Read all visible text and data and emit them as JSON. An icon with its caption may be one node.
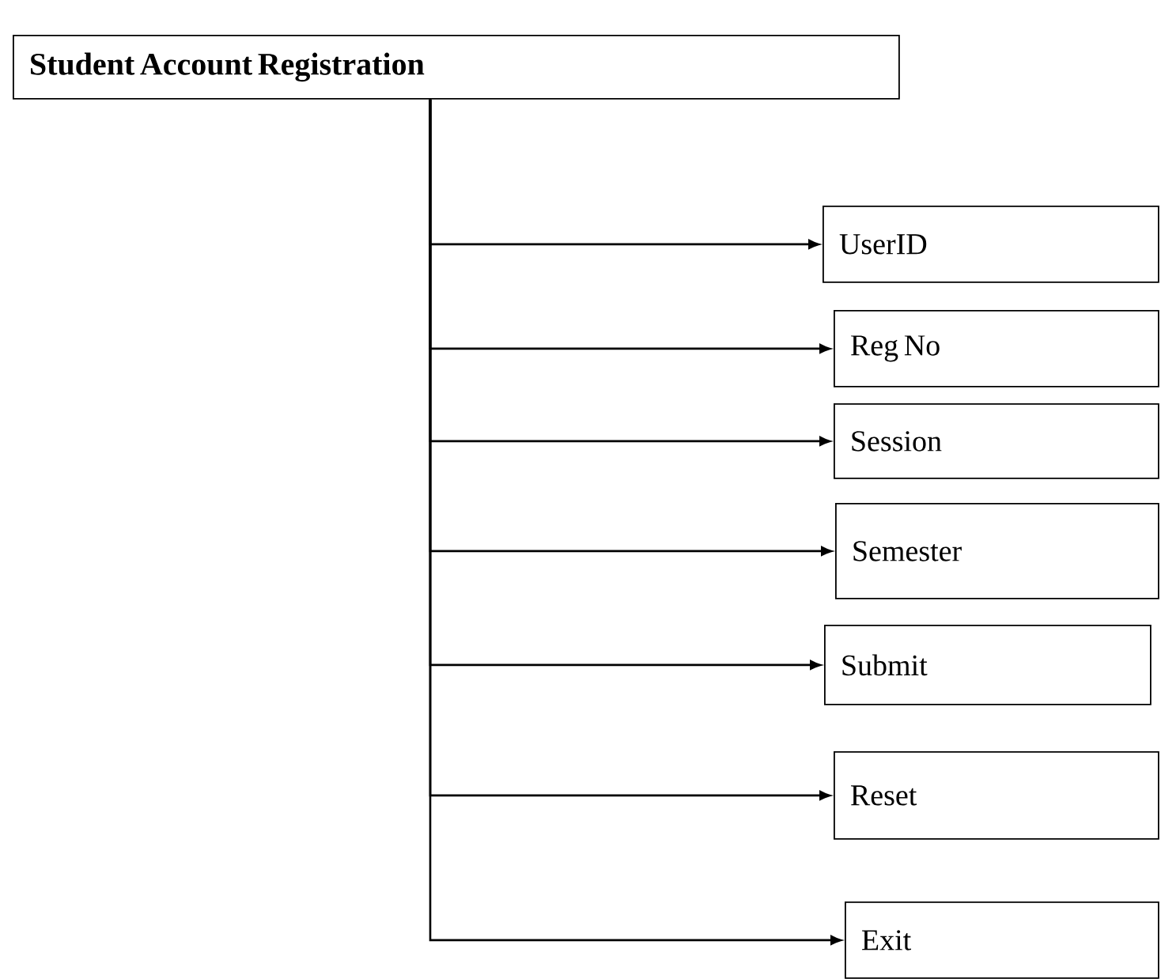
{
  "diagram": {
    "nodes": [
      {
        "text": [
          "Student Account Registration"
        ]
      },
      {
        "text": [
          "UserID"
        ]
      },
      {
        "text": [
          "Reg No"
        ]
      },
      {
        "text": [
          "Session"
        ]
      },
      {
        "text": [
          "Semester"
        ]
      },
      {
        "text": [
          "Submit"
        ]
      },
      {
        "text": [
          "Reset"
        ]
      },
      {
        "text": [
          "Exit"
        ]
      }
    ],
    "edges": [
      {
        "from": 0,
        "to": 1,
        "arrow": "to"
      },
      {
        "from": 0,
        "to": 2,
        "arrow": "to"
      },
      {
        "from": 0,
        "to": 3,
        "arrow": "to"
      },
      {
        "from": 0,
        "to": 4,
        "arrow": "to"
      },
      {
        "from": 0,
        "to": 5,
        "arrow": "to"
      },
      {
        "from": 0,
        "to": 6,
        "arrow": "to"
      },
      {
        "from": 0,
        "to": 7,
        "arrow": "to"
      }
    ]
  }
}
